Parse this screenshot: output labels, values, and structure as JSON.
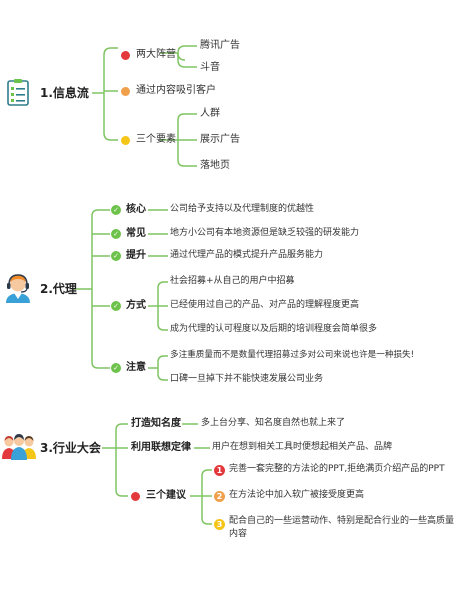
{
  "sections": [
    {
      "title": "1.信息流",
      "icon": "checklist-icon",
      "items": [
        {
          "label": "两大阵营",
          "children": [
            "腾讯广告",
            "斗音"
          ]
        },
        {
          "label": "通过内容吸引客户",
          "children": []
        },
        {
          "label": "三个要素",
          "children": [
            "人群",
            "展示广告",
            "落地页"
          ]
        }
      ]
    },
    {
      "title": "2.代理",
      "icon": "support-agent-icon",
      "items": [
        {
          "label": "核心",
          "children": [
            "公司给予支持以及代理制度的优越性"
          ]
        },
        {
          "label": "常见",
          "children": [
            "地方小公司有本地资源但是缺乏较强的研发能力"
          ]
        },
        {
          "label": "提升",
          "children": [
            "通过代理产品的模式提升产品服务能力"
          ]
        },
        {
          "label": "方式",
          "children": [
            "社会招募+从自己的用户中招募",
            "已经使用过自己的产品、对产品的理解程度更高",
            "成为代理的认可程度以及后期的培训程度会简单很多"
          ]
        },
        {
          "label": "注意",
          "children": [
            "多注重质量而不是数量代理招募过多对公司来说也许是一种损失!",
            "口碑一旦掉下并不能快速发展公司业务"
          ]
        }
      ]
    },
    {
      "title": "3.行业大会",
      "icon": "group-icon",
      "items": [
        {
          "label": "打造知名度",
          "children": [
            "多上台分享、知名度自然也就上来了"
          ]
        },
        {
          "label": "利用联想定律",
          "children": [
            "用户在想到相关工具时便想起相关产品、品牌"
          ]
        },
        {
          "label": "三个建议",
          "children": [
            "完善一套完整的方法论的PPT,拒绝满页介绍产品的PPT",
            "在方法论中加入软广被接受度更高",
            "配合自己的一些运营动作、特别是配合行业的一些高质量内容"
          ]
        }
      ]
    }
  ],
  "colors": {
    "red": "#e4393c",
    "orange": "#f0a04b",
    "yellow": "#f5c518",
    "green": "#6cc24a",
    "line": "#7ec462"
  }
}
